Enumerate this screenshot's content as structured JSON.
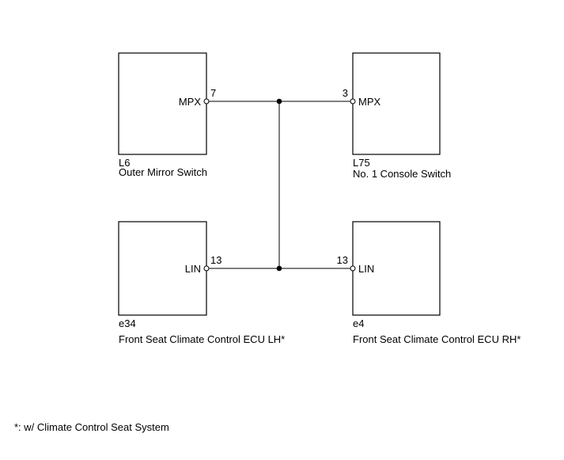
{
  "components": {
    "outer_mirror_switch": {
      "code": "L6",
      "name": "Outer Mirror Switch",
      "signal": "MPX",
      "pin": "7"
    },
    "console_switch": {
      "code": "L75",
      "name": "No. 1 Console Switch",
      "signal": "MPX",
      "pin": "3"
    },
    "ecu_lh": {
      "code": "e34",
      "name": "Front Seat Climate Control ECU LH*",
      "signal": "LIN",
      "pin": "13"
    },
    "ecu_rh": {
      "code": "e4",
      "name": "Front Seat Climate Control ECU RH*",
      "signal": "LIN",
      "pin": "13"
    }
  },
  "footnote": "*: w/ Climate Control Seat System"
}
